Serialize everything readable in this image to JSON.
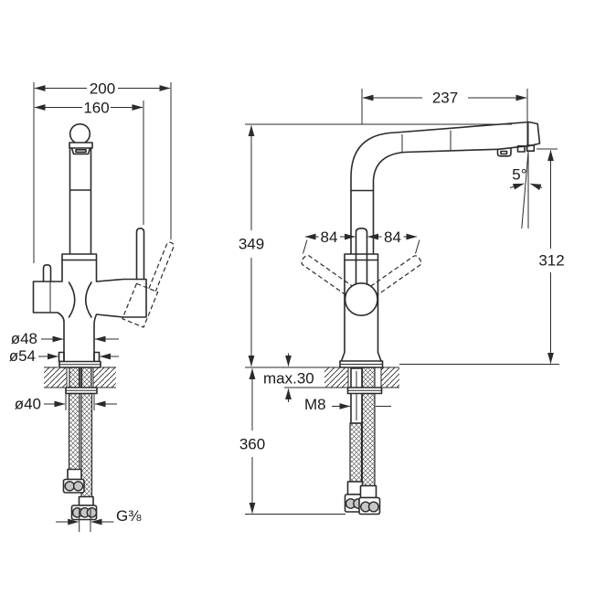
{
  "colors": {
    "background": "#ffffff",
    "line": "#2b2b2b",
    "text": "#1a1a1a"
  },
  "front_view": {
    "width_total": "200",
    "width_handles": "160",
    "body_diameter": "ø48",
    "base_diameter": "ø54",
    "hole_diameter": "ø40",
    "hose_thread": "G⅜"
  },
  "side_view": {
    "spout_reach": "237",
    "height_to_spout_top": "349",
    "spout_outlet_height": "312",
    "handle_reach_left": "84",
    "handle_reach_right": "84",
    "spout_angle": "5°",
    "max_counter_thickness": "max.30",
    "stud_thread": "M8",
    "hose_length": "360"
  }
}
